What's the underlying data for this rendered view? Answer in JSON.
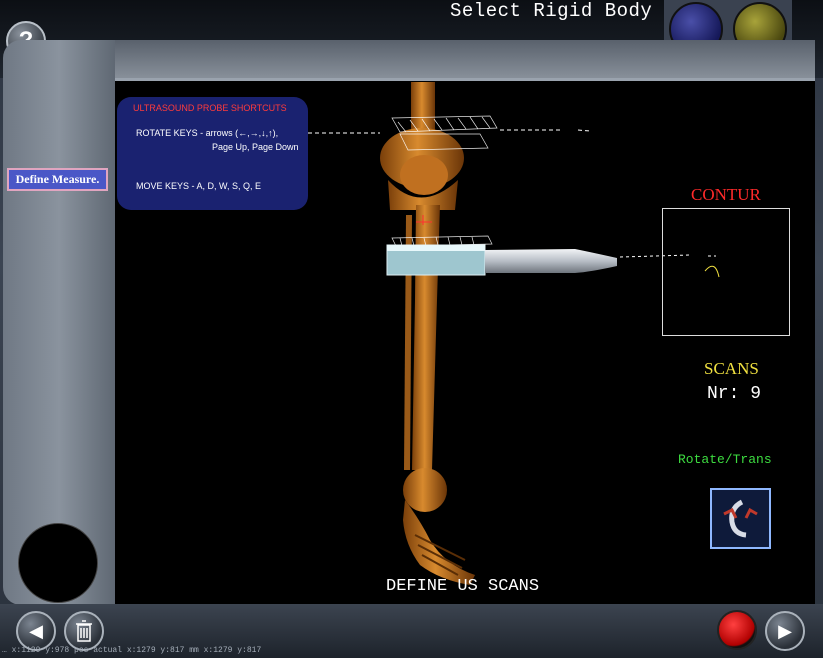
{
  "header": {
    "title": "Select Rigid Body"
  },
  "sidebar": {
    "define_measure_label": "Define Measure."
  },
  "shortcuts": {
    "heading": "ULTRASOUND PROBE SHORTCUTS",
    "rotate_line1": "ROTATE KEYS  - arrows (←,→,↓,↑),",
    "rotate_line2": "Page Up, Page Down",
    "move_line": "MOVE KEYS  -  A, D, W, S, Q, E"
  },
  "panel": {
    "contur_label": "CONTUR",
    "scans_label": "SCANS",
    "scans_nr": "Nr: 9",
    "rotate_trans_label": "Rotate/Trans"
  },
  "viewport": {
    "caption": "DEFINE US SCANS"
  },
  "status": {
    "text": "… x:1129 y:978 pos actual x:1279 y:817 mm x:1279 y:817"
  },
  "icons": {
    "help": "?",
    "prev": "◀",
    "next": "▶",
    "trash": "trash-icon"
  },
  "colors": {
    "contur": "#ff2a2a",
    "scans": "#f0e040",
    "rotate": "#3ddc40",
    "bone": "#c9741c",
    "shortcut_bg": "#1a2270",
    "accent_button": "#4a57c7"
  }
}
